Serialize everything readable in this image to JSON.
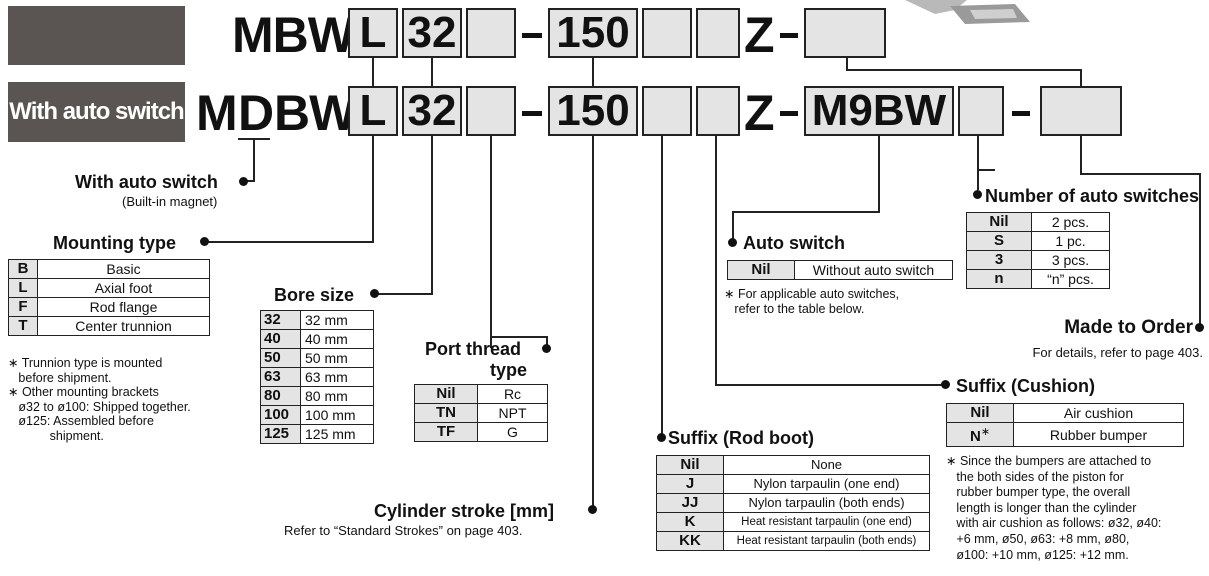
{
  "header_top": {
    "prefix": "MBW",
    "boxes": [
      "L",
      "32",
      "",
      "150",
      "",
      "",
      ""
    ],
    "z_letter": "Z",
    "dash": "–"
  },
  "header_bottom": {
    "label": "With auto switch",
    "prefix_1": "M",
    "prefix_2": "D",
    "prefix_3": "BW",
    "boxes": [
      "L",
      "32",
      "",
      "150",
      "",
      "",
      "M9BW",
      "",
      ""
    ],
    "z_letter": "Z",
    "dash": "–"
  },
  "with_auto_switch": {
    "title": "With auto switch",
    "subtitle": "(Built-in magnet)"
  },
  "mounting_type": {
    "title": "Mounting type",
    "rows": [
      {
        "code": "B",
        "desc": "Basic"
      },
      {
        "code": "L",
        "desc": "Axial foot"
      },
      {
        "code": "F",
        "desc": "Rod flange"
      },
      {
        "code": "T",
        "desc": "Center trunnion"
      }
    ],
    "notes": [
      "∗ Trunnion type is mounted",
      "   before shipment.",
      "∗ Other mounting brackets",
      "   ø32 to ø100: Shipped together.",
      "   ø125: Assembled before",
      "            shipment."
    ]
  },
  "bore_size": {
    "title": "Bore size",
    "rows": [
      {
        "code": "32",
        "desc": "32 mm"
      },
      {
        "code": "40",
        "desc": "40 mm"
      },
      {
        "code": "50",
        "desc": "50 mm"
      },
      {
        "code": "63",
        "desc": "63 mm"
      },
      {
        "code": "80",
        "desc": "80 mm"
      },
      {
        "code": "100",
        "desc": "100 mm"
      },
      {
        "code": "125",
        "desc": "125 mm"
      }
    ]
  },
  "port_thread": {
    "title_1": "Port thread",
    "title_2": "type",
    "rows": [
      {
        "code": "Nil",
        "desc": "Rc"
      },
      {
        "code": "TN",
        "desc": "NPT"
      },
      {
        "code": "TF",
        "desc": "G"
      }
    ]
  },
  "cylinder_stroke": {
    "title": "Cylinder stroke [mm]",
    "subtitle": "Refer to “Standard Strokes” on page 403."
  },
  "rod_boot": {
    "title": "Suffix (Rod boot)",
    "rows": [
      {
        "code": "Nil",
        "desc": "None"
      },
      {
        "code": "J",
        "desc": "Nylon tarpaulin (one end)"
      },
      {
        "code": "JJ",
        "desc": "Nylon tarpaulin (both ends)"
      },
      {
        "code": "K",
        "desc": "Heat resistant tarpaulin (one end)"
      },
      {
        "code": "KK",
        "desc": "Heat resistant tarpaulin (both ends)"
      }
    ]
  },
  "auto_switch": {
    "title": "Auto switch",
    "row": {
      "code": "Nil",
      "desc": "Without auto switch"
    },
    "notes": [
      "∗ For applicable auto switches,",
      "   refer to the table below."
    ]
  },
  "number_of_switches": {
    "title": "Number of auto switches",
    "rows": [
      {
        "code": "Nil",
        "desc": "2 pcs."
      },
      {
        "code": "S",
        "desc": "1 pc."
      },
      {
        "code": "3",
        "desc": "3 pcs."
      },
      {
        "code": "n",
        "desc": "“n” pcs."
      }
    ]
  },
  "made_to_order": {
    "title": "Made to Order",
    "subtitle": "For details, refer to page 403."
  },
  "cushion": {
    "title": "Suffix (Cushion)",
    "rows": [
      {
        "code": "Nil",
        "desc": "Air cushion"
      },
      {
        "code": "N",
        "mark": "∗",
        "desc": "Rubber bumper"
      }
    ],
    "notes": [
      "∗ Since the bumpers are attached to",
      "   the both sides of the piston for",
      "   rubber bumper type, the overall",
      "   length is longer than the cylinder",
      "   with air cushion as follows: ø32, ø40:",
      "   +6 mm, ø50, ø63: +8 mm, ø80,",
      "   ø100: +10 mm, ø125: +12 mm."
    ]
  }
}
